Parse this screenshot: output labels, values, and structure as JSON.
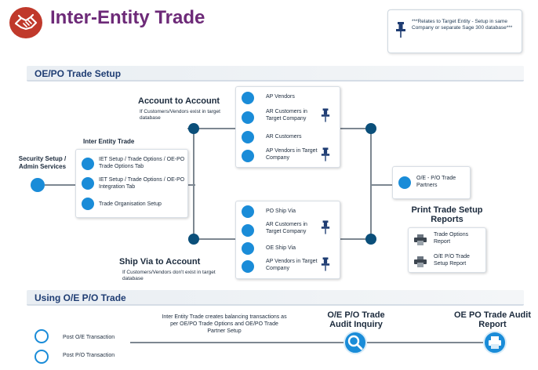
{
  "header": {
    "title": "Inter-Entity Trade",
    "note": "***Relates to Target Entity - Setup in same Company or separate Sage 300 database***"
  },
  "banners": {
    "setup": "OE/PO Trade Setup",
    "using": "Using O/E P/O Trade"
  },
  "security": {
    "label": "Security Setup / Admin Services"
  },
  "inter_entity": {
    "heading": "Inter Entity Trade",
    "items": [
      "IET Setup / Trade Options / OE-PO Trade Options Tab",
      "IET Setup / Trade Options / OE-PO Integration Tab",
      "Trade Organisation Setup"
    ]
  },
  "account_to_account": {
    "heading": "Account to Account",
    "sub": "If Customers/Vendors exist in target database",
    "items": [
      "AP Vendors",
      "AR Customers in Target Company",
      "AR Customers",
      "AP Vendors in Target Company"
    ]
  },
  "ship_via": {
    "heading": "Ship Via to Account",
    "sub": "If Customers/Vendors don't exist in target database",
    "items": [
      "PO Ship Via",
      "AR Customers in Target Company",
      "OE Ship Via",
      "AP Vendors in Target Company"
    ]
  },
  "trade_partners": {
    "label": "O/E - P/O Trade Partners"
  },
  "reports": {
    "heading": "Print Trade Setup Reports",
    "items": [
      "Trade Options Report",
      "O/E P/O Trade Setup Report"
    ]
  },
  "using": {
    "description": "Inter Entity Trade creates balancing transactions as per OE/PO Trade Options and OE/PO Trade Partner Setup",
    "steps": [
      "Post O/E Transaction",
      "Post P/O Transaction"
    ],
    "audit_inquiry": "O/E P/O Trade Audit Inquiry",
    "audit_report": "OE PO Trade Audit Report"
  },
  "colors": {
    "title": "#6d2a78",
    "banner_text": "#1f3d73",
    "dot": "#1a8cd8",
    "node": "#0b4f7a",
    "pin": "#1f3d73",
    "handshake_bg": "#c0392b"
  },
  "icons": [
    "handshake-icon",
    "pin-icon",
    "printer-icon",
    "search-icon"
  ]
}
